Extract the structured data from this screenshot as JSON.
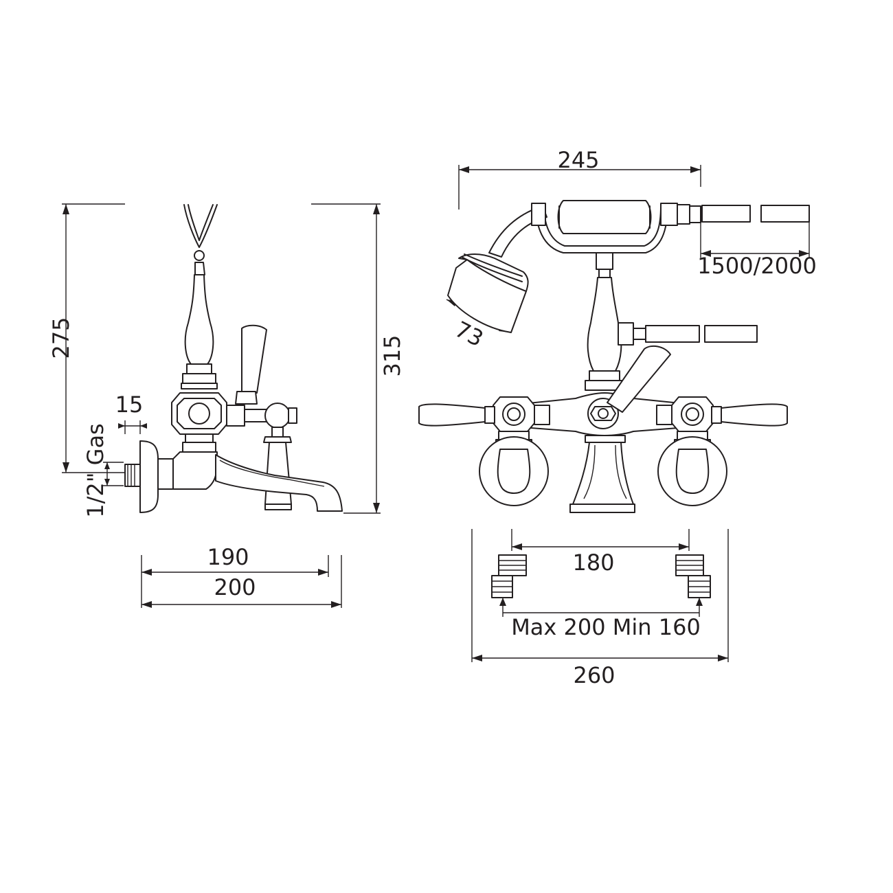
{
  "side_view": {
    "height_275": "275",
    "height_315": "315",
    "offset_15": "15",
    "thread_label": "1/2\" Gas",
    "depth_190": "190",
    "depth_200": "200"
  },
  "front_view": {
    "width_245": "245",
    "hose_length": "1500/2000",
    "handset_73": "73",
    "centres_180": "180",
    "adjust_range": "Max 200 Min 160",
    "overall_260": "260"
  }
}
